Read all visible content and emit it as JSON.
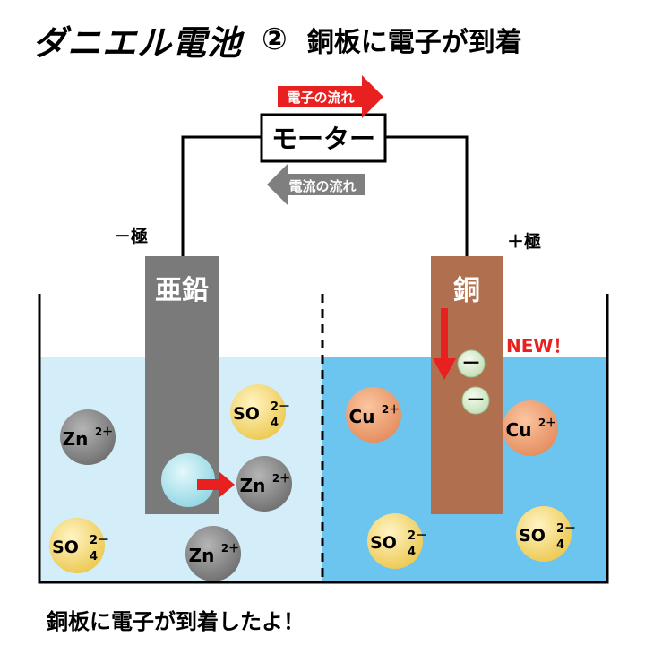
{
  "title": {
    "main": "ダニエル電池",
    "number": "②",
    "sub": "銅板に電子が到着"
  },
  "caption": "銅板に電子が到着したよ！",
  "motor": "モーター",
  "electron_flow": "電子の流れ",
  "current_flow": "電流の流れ",
  "neg_pole": "－極",
  "pos_pole": "＋極",
  "zinc_label": "亜鉛",
  "copper_label": "銅",
  "new_label": "NEW！",
  "electron_sign": "－",
  "ions": {
    "zn": "Zn",
    "zn_charge": "2＋",
    "cu": "Cu",
    "cu_charge": "2＋",
    "so": "SO",
    "so_sub": "4",
    "so_sup": "2－"
  },
  "colors": {
    "left_solution": "#d3eef9",
    "right_solution": "#6cc5ef",
    "zinc": "#7a7a7a",
    "copper": "#b06f4f",
    "arrow_red": "#e8201f",
    "arrow_gray": "#7f7f7f"
  }
}
